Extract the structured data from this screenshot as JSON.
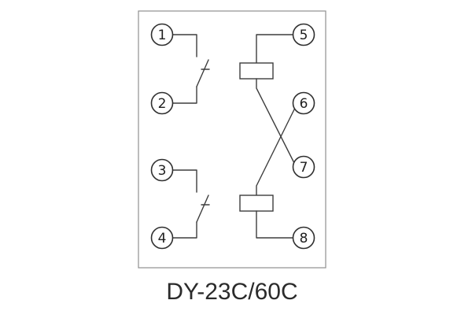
{
  "diagram": {
    "title": "DY-23C/60C",
    "terminals": [
      "1",
      "2",
      "3",
      "4",
      "5",
      "6",
      "7",
      "8"
    ]
  }
}
